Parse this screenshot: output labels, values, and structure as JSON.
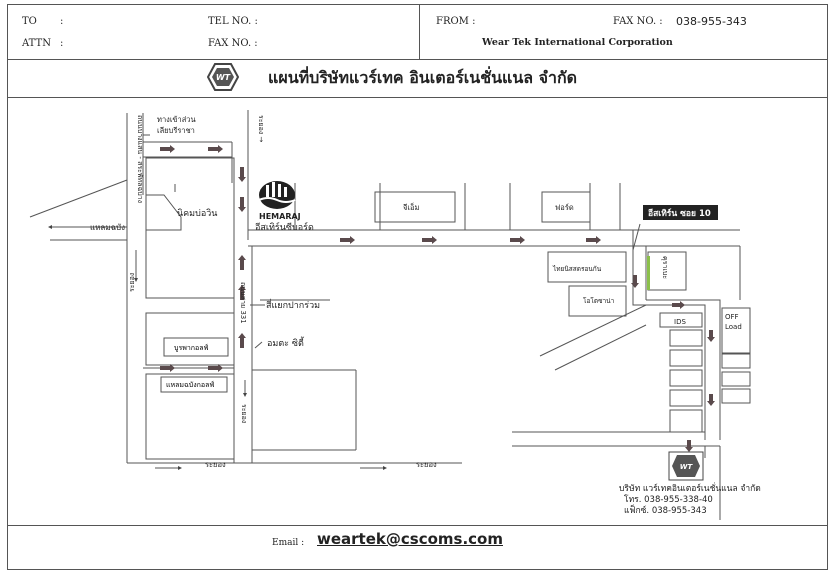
{
  "header": {
    "to_label": "TO",
    "to_colon": ":",
    "attn_label": "ATTN",
    "attn_colon": ":",
    "tel_label": "TEL NO. :",
    "fax_label": "FAX NO. :",
    "from_label": "FROM :",
    "fax_no_label": "FAX NO. :",
    "fax_no_value": "038-955-343",
    "company": "Wear Tek International Corporation"
  },
  "title": "แผนที่บริษัทแวร์เทค อินเตอร์เนชั่นแนล จำกัด",
  "logo_text": "WT",
  "map": {
    "labels": {
      "mall_entrance_1": "ทางเข้าส่วน",
      "mall_entrance_2": "เลียบรีราชา",
      "road_left_vertical": "ถนนบางแสน - สระพัทลฉบาง",
      "road_top_vertical": "ระยอง →",
      "laem_chabang": "แหลมฉบัง",
      "nikhom_bowin": "นิคมบ่อวิน",
      "hemaraj": "HEMARAJ",
      "eastern_seaboard": "อีสเทิร์นซีบอร์ด",
      "g_m": "จีเอ็ม",
      "ford": "ฟอร์ด",
      "eastern_soi_10": "อีสเทิร์น ซอย 10",
      "thai_nippon": "ไทยนิสสดรอนกัน",
      "ototek": "โอโตซาน่า",
      "kurabo": "คุราเบะ",
      "ids": "IDS",
      "off_load_1": "OFF",
      "off_load_2": "Load",
      "road_331": "ถนนสาย 331",
      "si_yaek_pak_ruam": "สี่แยกปากร่วม",
      "amata_city": "อมตะ ซิตี้",
      "burapha_golf": "บูรพากอลฟ์",
      "laem_chabang_golf": "แหลมฉบังกอลฟ์",
      "rayong_left": "ระยอง",
      "rayong_bottom_mid": "ระยอง",
      "rayong_bottom_1": "ระยอง",
      "rayong_bottom_2": "ระยอง"
    },
    "company_block": {
      "name": "บริษัท แวร์เทคอินเตอร์เนชั่นแนล จำกัด",
      "tel": "โทร. 038-955-338-40",
      "fax": "แฟ็กซ์. 038-955-343"
    }
  },
  "footer": {
    "email_label": "Email :",
    "email": "weartek@cscoms.com"
  },
  "colors": {
    "arrow": "#5a4a4c",
    "line": "#444444",
    "green_bar": "#8bbf4a"
  }
}
